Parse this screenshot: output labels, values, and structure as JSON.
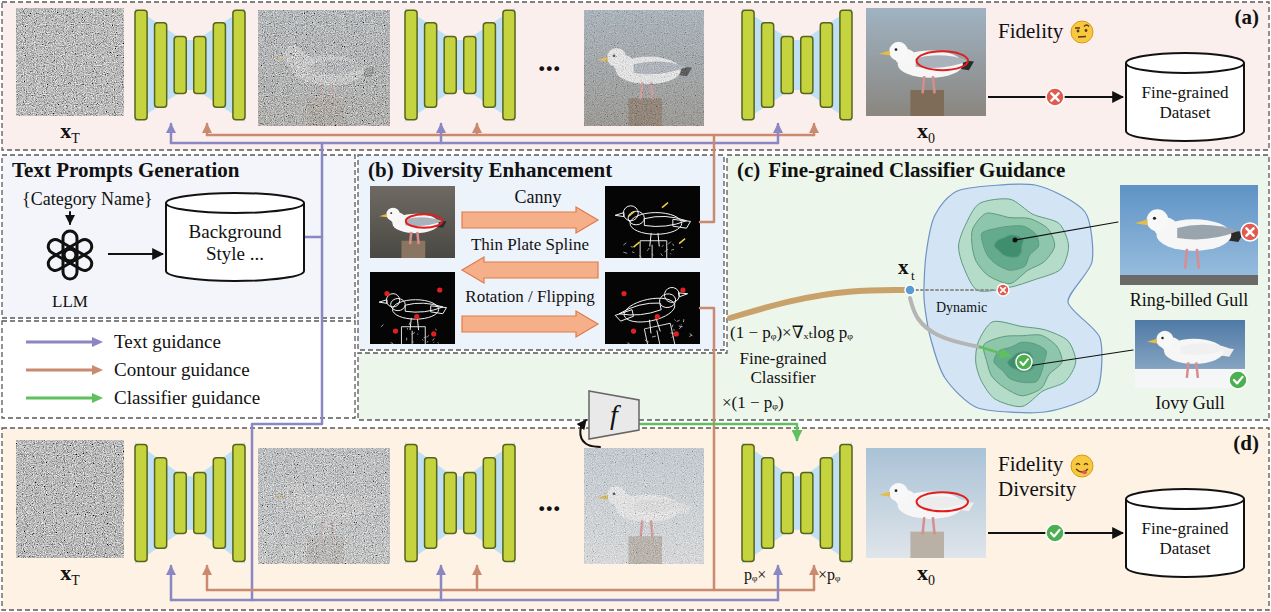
{
  "diagram": {
    "nodes": [
      {
        "text": [
          "(a)"
        ]
      },
      {
        "text": [
          "x",
          "T"
        ],
        "in": 0
      },
      {
        "text": [
          "x",
          "0"
        ],
        "in": 0
      },
      {
        "text": [
          "Fine-grained Dataset"
        ],
        "in": 0
      },
      {
        "text": [
          "Text Prompts Generation"
        ]
      },
      {
        "text": [
          "LLM"
        ],
        "in": 4
      },
      {
        "text": [
          "Background Style ..."
        ],
        "in": 4
      },
      {
        "text": [
          "(b)",
          "Diversity Enhancement"
        ]
      },
      {
        "text": [
          "(c)",
          "Fine-grained Classifier Guidance"
        ]
      },
      {
        "text": [
          "Ring-billed Gull"
        ],
        "in": 8
      },
      {
        "text": [
          "Iovy Gull"
        ],
        "in": 8
      },
      {
        "text": [
          "f"
        ]
      },
      {
        "text": [
          "(d)"
        ]
      },
      {
        "text": [
          "x",
          "T"
        ],
        "in": 12
      },
      {
        "text": [
          "x",
          "0"
        ],
        "in": 12
      },
      {
        "text": [
          "Fine-grained Dataset"
        ],
        "in": 12
      }
    ],
    "edges": [
      {
        "from": 5,
        "to": 6,
        "arrow": "to"
      },
      {
        "from": 2,
        "to": 3,
        "arrow": "to"
      },
      {
        "from": 14,
        "to": 15,
        "arrow": "to"
      }
    ],
    "labels": [
      "...",
      "Fidelity",
      "{Category Name}",
      "Canny",
      "Thin Plate Spline",
      "Rotation / Flipping",
      "x",
      "t",
      "(1 − pᵩ)×∇ₓₜlog pᵩ",
      "Dynamic",
      "Fine-grained Classifier",
      "×(1 − pᵩ)",
      "...",
      "pᵩ×",
      "×pᵩ",
      "Fidelity",
      "Diversity"
    ],
    "legend": [
      {
        "text": "Text guidance"
      },
      {
        "text": "Contour guidance"
      },
      {
        "text": "Classifier guidance"
      }
    ]
  }
}
